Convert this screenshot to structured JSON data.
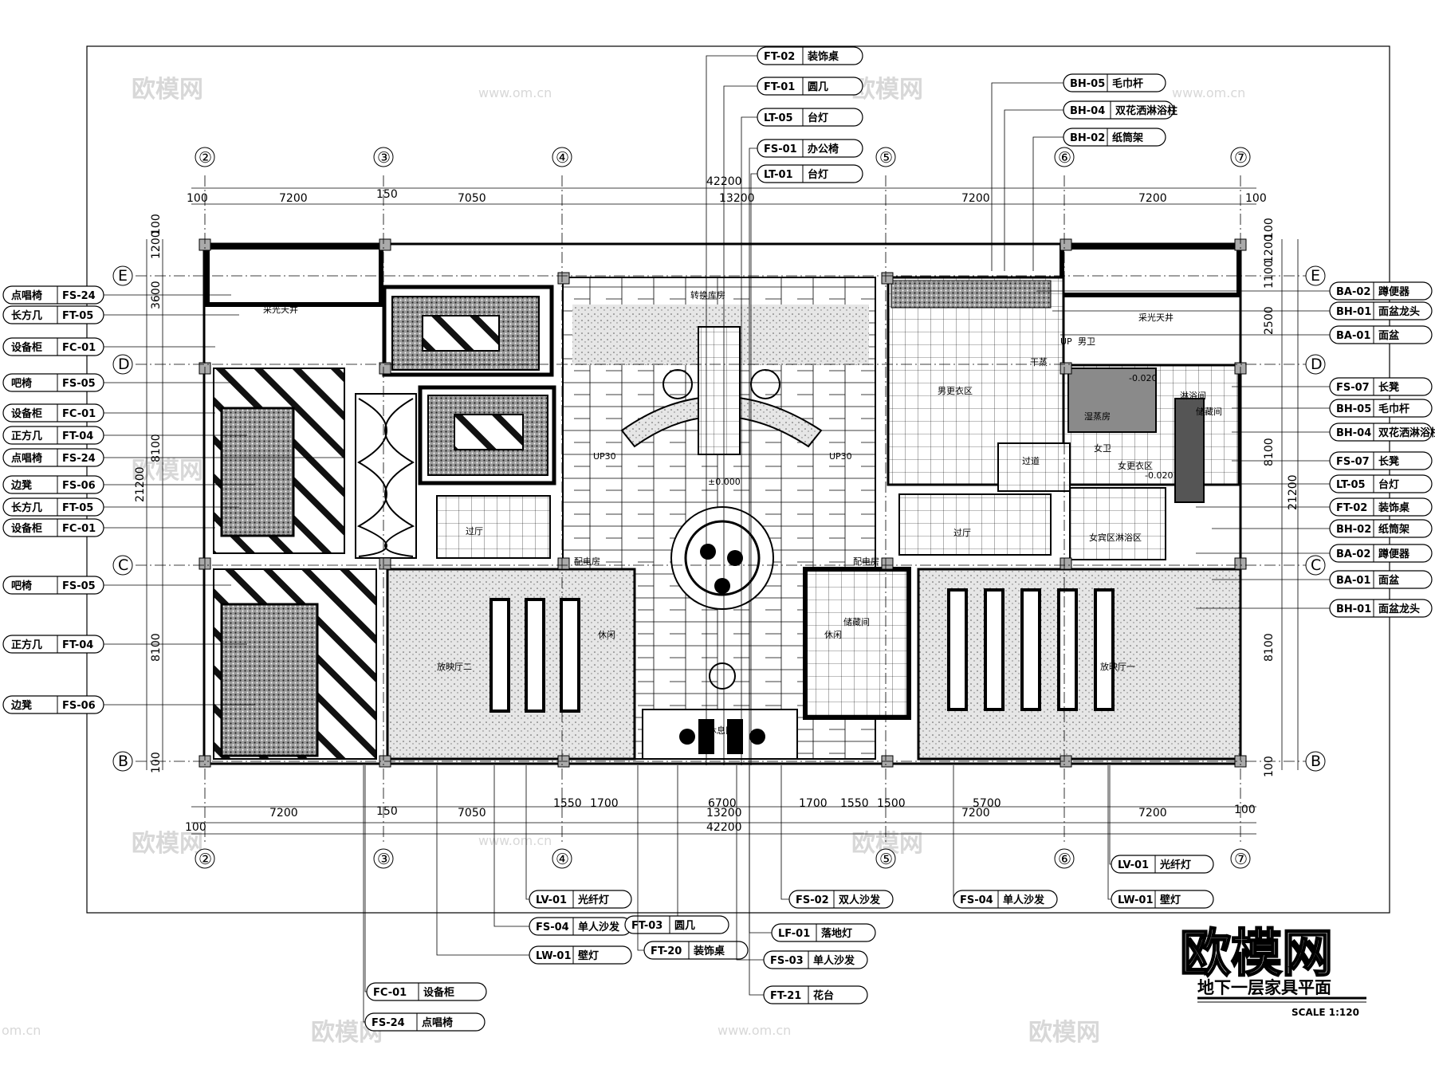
{
  "title": "地下一层家具平面",
  "scale": "SCALE 1:120",
  "logo": "欧模网",
  "watermark": {
    "text": "欧模网",
    "url": "www.om.cn",
    "url_short": "om.cn"
  },
  "axes": {
    "columns": [
      "②",
      "③",
      "④",
      "⑤",
      "⑥",
      "⑦"
    ],
    "rows": [
      "E",
      "D",
      "C",
      "B"
    ]
  },
  "dims": {
    "top_segments": [
      "7200",
      "7050",
      "13200",
      "7200",
      "7200"
    ],
    "top_total": "42200",
    "top_small": [
      "100",
      "150",
      "100"
    ],
    "bottom_segments": [
      "7200",
      "7050",
      "1550",
      "1700",
      "6700",
      "1700",
      "1550",
      "1500",
      "5700",
      "7200",
      "7200"
    ],
    "bottom_mid": "13200",
    "bottom_total": "42200",
    "bottom_small": [
      "100",
      "150",
      "100"
    ],
    "left": [
      "1200",
      "100",
      "3600",
      "8100",
      "21200",
      "8100",
      "100"
    ],
    "right": [
      "100",
      "1100",
      "1200",
      "2500",
      "8100",
      "21200",
      "8100",
      "100"
    ]
  },
  "rooms": [
    "采光天井",
    "转换库房",
    "男更衣区",
    "干蒸",
    "采光天井",
    "淋浴间",
    "湿蒸房",
    "过道",
    "女更衣区",
    "储藏间",
    "过厅",
    "过厅",
    "女宾区淋浴区",
    "配电房",
    "配电房",
    "休息区",
    "放映厅二",
    "放映厅一",
    "休闲",
    "休闲",
    "储藏间",
    "男卫",
    "女卫",
    "±0.000",
    "-0.020",
    "-0.020",
    "UP30",
    "UP30",
    "UP"
  ],
  "left_tags": [
    {
      "label": "点唱椅",
      "code": "FS-24"
    },
    {
      "label": "长方几",
      "code": "FT-05"
    },
    {
      "label": "设备柜",
      "code": "FC-01"
    },
    {
      "label": "吧椅",
      "code": "FS-05"
    },
    {
      "label": "设备柜",
      "code": "FC-01"
    },
    {
      "label": "正方几",
      "code": "FT-04"
    },
    {
      "label": "点唱椅",
      "code": "FS-24"
    },
    {
      "label": "边凳",
      "code": "FS-06"
    },
    {
      "label": "长方几",
      "code": "FT-05"
    },
    {
      "label": "设备柜",
      "code": "FC-01"
    },
    {
      "label": "吧椅",
      "code": "FS-05"
    },
    {
      "label": "正方几",
      "code": "FT-04"
    },
    {
      "label": "边凳",
      "code": "FS-06"
    }
  ],
  "right_tags": [
    {
      "code": "BA-02",
      "label": "蹲便器"
    },
    {
      "code": "BH-01",
      "label": "面盆龙头"
    },
    {
      "code": "BA-01",
      "label": "面盆"
    },
    {
      "code": "FS-07",
      "label": "长凳"
    },
    {
      "code": "BH-05",
      "label": "毛巾杆"
    },
    {
      "code": "BH-04",
      "label": "双花洒淋浴柱"
    },
    {
      "code": "FS-07",
      "label": "长凳"
    },
    {
      "code": "LT-05",
      "label": "台灯"
    },
    {
      "code": "FT-02",
      "label": "装饰桌"
    },
    {
      "code": "BH-02",
      "label": "纸筒架"
    },
    {
      "code": "BA-02",
      "label": "蹲便器"
    },
    {
      "code": "BA-01",
      "label": "面盆"
    },
    {
      "code": "BH-01",
      "label": "面盆龙头"
    }
  ],
  "top_tags": [
    {
      "code": "FT-02",
      "label": "装饰桌"
    },
    {
      "code": "FT-01",
      "label": "圆几"
    },
    {
      "code": "LT-05",
      "label": "台灯"
    },
    {
      "code": "FS-01",
      "label": "办公椅"
    },
    {
      "code": "LT-01",
      "label": "台灯"
    }
  ],
  "top_right_tags": [
    {
      "code": "BH-05",
      "label": "毛巾杆"
    },
    {
      "code": "BH-04",
      "label": "双花洒淋浴柱"
    },
    {
      "code": "BH-02",
      "label": "纸筒架"
    }
  ],
  "bottom_tags": [
    {
      "code": "LV-01",
      "label": "光纤灯"
    },
    {
      "code": "FS-04",
      "label": "单人沙发"
    },
    {
      "code": "LW-01",
      "label": "壁灯"
    },
    {
      "code": "FT-03",
      "label": "圆几"
    },
    {
      "code": "FT-20",
      "label": "装饰桌"
    },
    {
      "code": "FC-01",
      "label": "设备柜"
    },
    {
      "code": "FS-24",
      "label": "点唱椅"
    },
    {
      "code": "FS-02",
      "label": "双人沙发"
    },
    {
      "code": "LF-01",
      "label": "落地灯"
    },
    {
      "code": "FS-03",
      "label": "单人沙发"
    },
    {
      "code": "FT-21",
      "label": "花台"
    },
    {
      "code": "FS-04",
      "label": "单人沙发"
    },
    {
      "code": "LV-01",
      "label": "光纤灯"
    },
    {
      "code": "LW-01",
      "label": "壁灯"
    }
  ]
}
